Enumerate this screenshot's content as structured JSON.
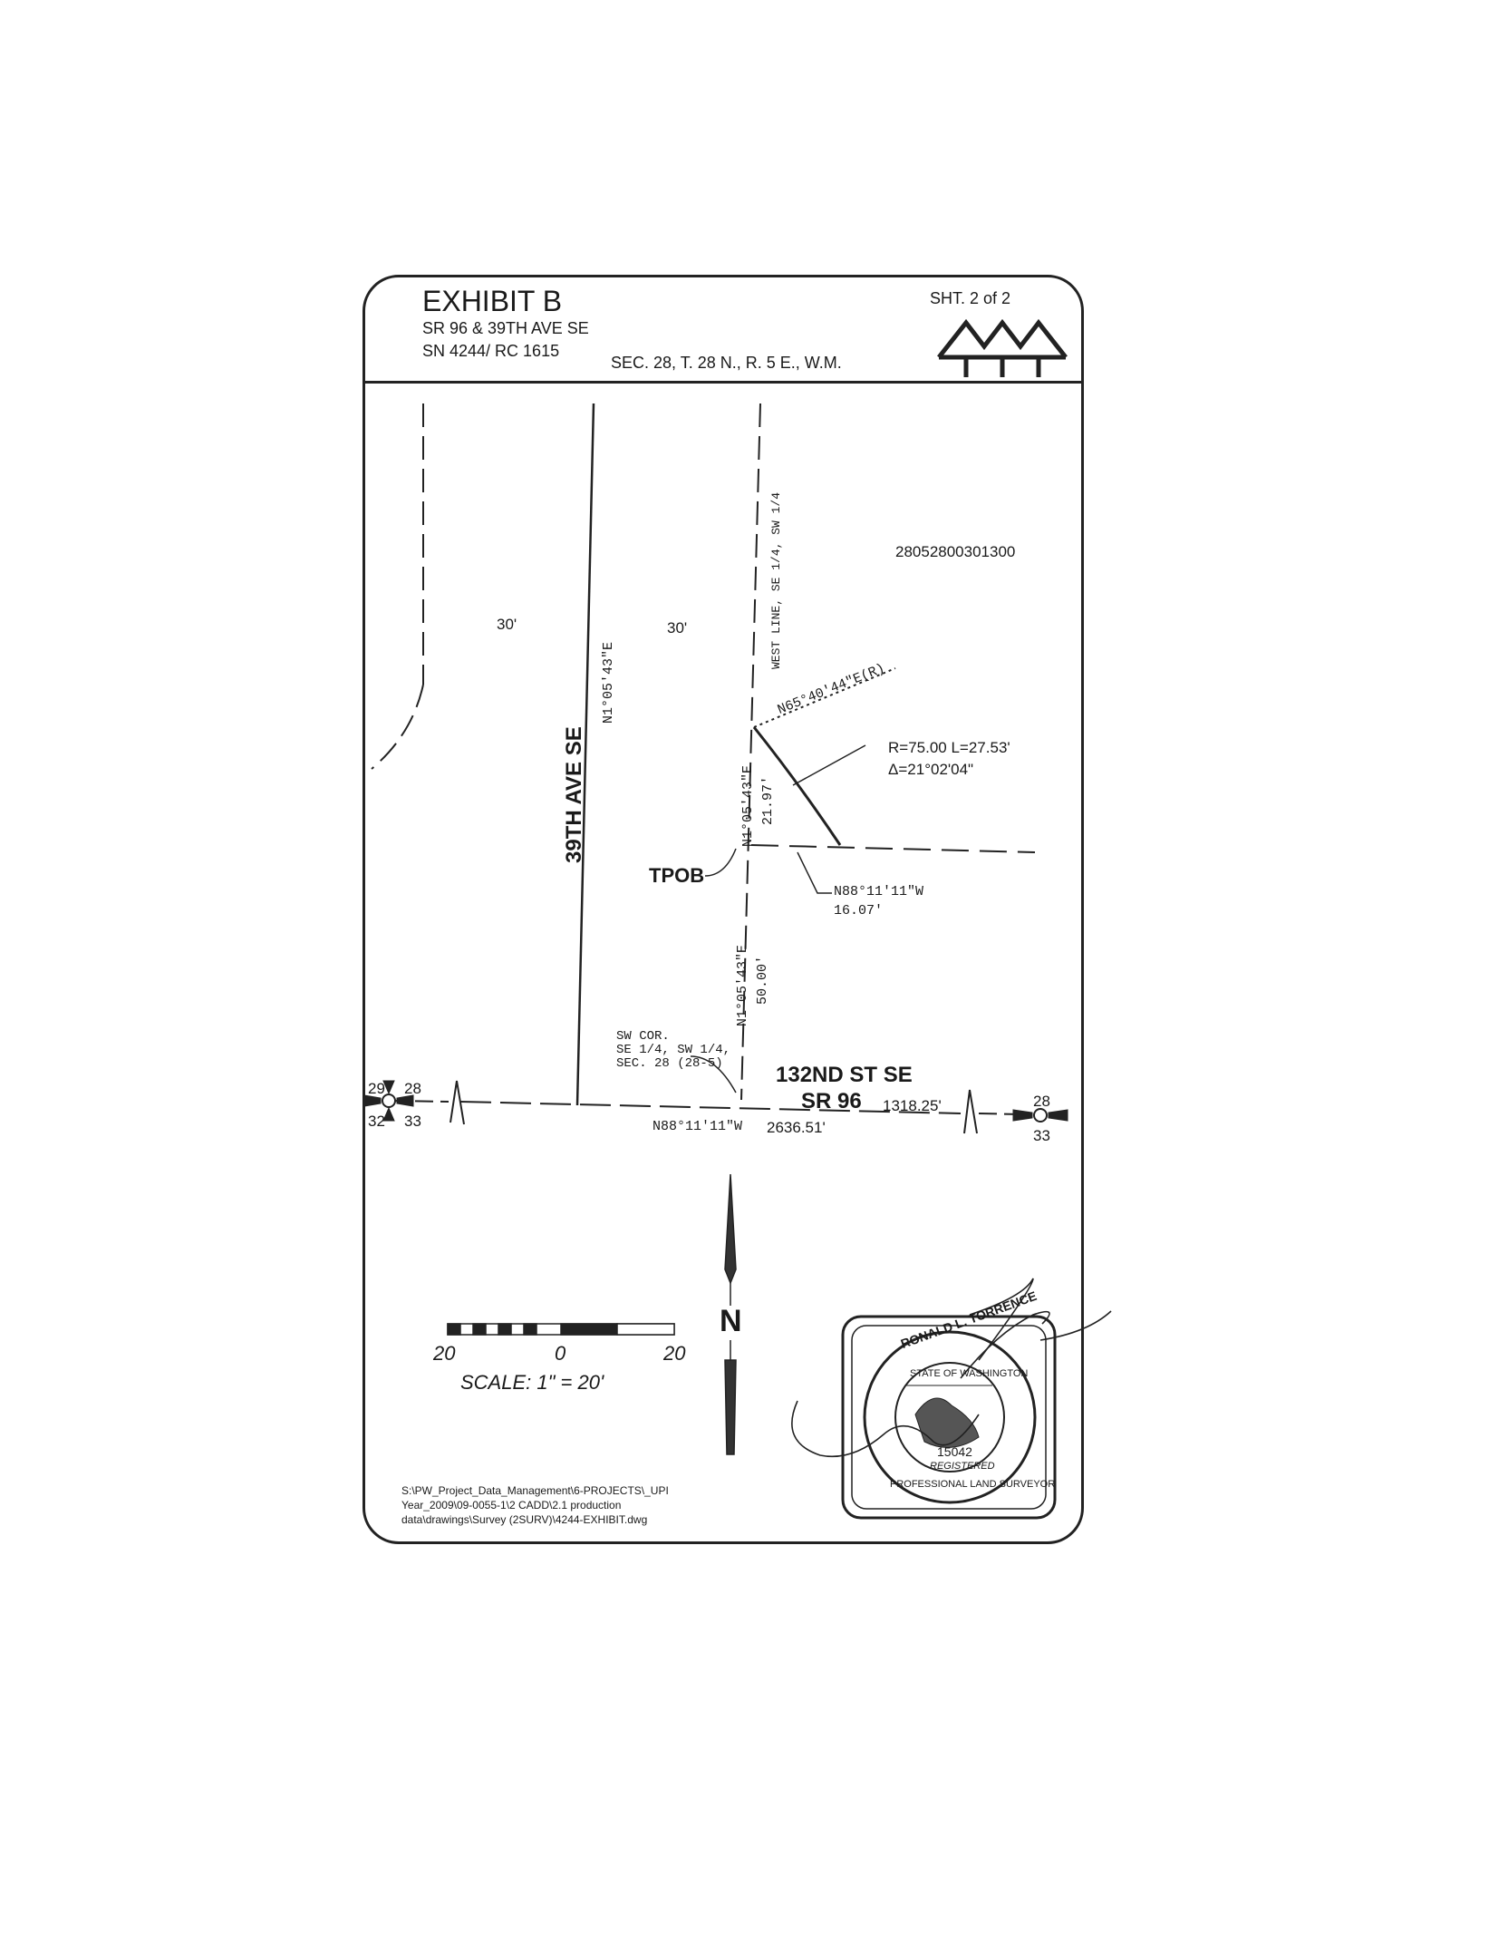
{
  "header": {
    "title": "EXHIBIT B",
    "line1": "SR 96 & 39TH AVE SE",
    "line2": "SN 4244/ RC 1615",
    "section": "SEC. 28, T. 28 N., R. 5 E., W.M.",
    "sheet": "SHT. 2 of 2"
  },
  "labels": {
    "parcel": "28052800301300",
    "width_left": "30'",
    "width_right": "30'",
    "street_39th": "39TH AVE SE",
    "bearing_39th": "N1°05'43\"E",
    "west_line": "WEST LINE, SE 1/4, SW 1/4",
    "radial": "N65°40'44\"E(R)",
    "curve_rl": "R=75.00  L=27.53'",
    "curve_delta": "Δ=21°02'04\"",
    "bearing_upper": "N1°05'43\"E",
    "dist_upper": "21.97'",
    "tpob": "TPOB",
    "bearing_nb": "N88°11'11\"W",
    "dist_nb": "16.07'",
    "bearing_lower": "N1°05'43\"E",
    "dist_lower": "50.00'",
    "sw_cor": [
      "SW COR.",
      "SE 1/4, SW 1/4,",
      "SEC. 28 (28-5)"
    ],
    "street_132nd": "132ND ST SE",
    "sr96": "SR 96",
    "dist_1318": "1318.25'",
    "bearing_base": "N88°11'11\"W",
    "dist_2636": "2636.51'",
    "corner_left": [
      "29",
      "28",
      "32",
      "33"
    ],
    "corner_right": [
      "28",
      "33"
    ],
    "north": "N",
    "scale_left": "20",
    "scale_mid": "0",
    "scale_right": "20",
    "scale_text": "SCALE:  1\" = 20'",
    "file_path": [
      "S:\\PW_Project_Data_Management\\6-PROJECTS\\_UPI",
      "Year_2009\\09-0055-1\\2 CADD\\2.1 production",
      "data\\drawings\\Survey (2SURV)\\4244-EXHIBIT.dwg"
    ]
  },
  "seal": {
    "name": "RONALD L. TORRENCE",
    "state": "STATE OF WASHINGTON",
    "number": "15042",
    "registered": "REGISTERED",
    "profession": "PROFESSIONAL LAND SURVEYOR"
  }
}
